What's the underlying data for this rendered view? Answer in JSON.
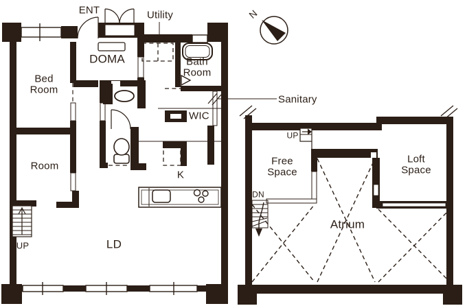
{
  "colors": {
    "wall": "#2b1e16",
    "background": "#ffffff"
  },
  "compass": {
    "north": "N"
  },
  "first_floor": {
    "annotations": {
      "entrance": "ENT",
      "utility": "Utility",
      "sanitary": "Sanitary",
      "stairs_up": "UP"
    },
    "rooms": {
      "bed_room": {
        "line1": "Bed",
        "line2": "Room"
      },
      "room": "Room",
      "doma": "DOMA",
      "bath_room": {
        "line1": "Bath",
        "line2": "Room"
      },
      "wic": "WIC",
      "kitchen": "K",
      "living_dining": "LD"
    }
  },
  "loft_floor": {
    "annotations": {
      "ladder_up": "UP",
      "stairs_down": "DN"
    },
    "rooms": {
      "free_space": {
        "line1": "Free",
        "line2": "Space"
      },
      "loft_space": {
        "line1": "Loft",
        "line2": "Space"
      },
      "atrium": "Atrium"
    }
  }
}
